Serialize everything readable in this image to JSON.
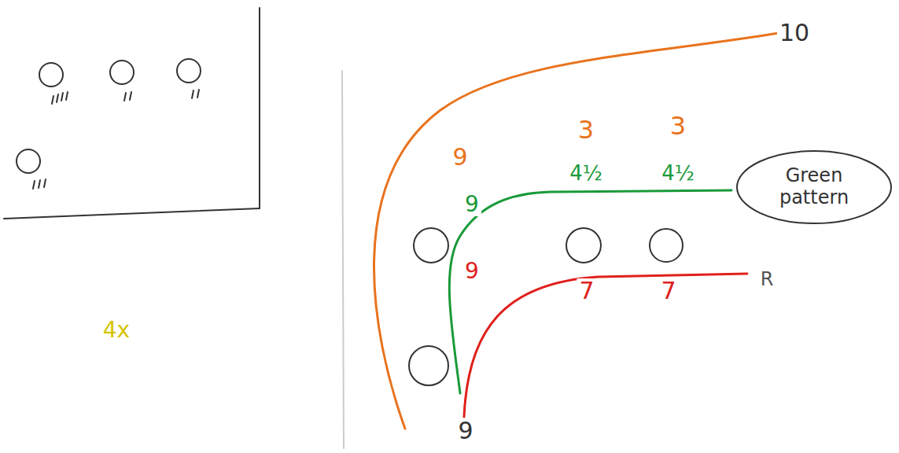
{
  "diagram": {
    "nodes": [
      {
        "text": [
          "Green pattern"
        ]
      }
    ],
    "labels": [
      "10",
      "9",
      "9",
      "9",
      "9",
      "3",
      "3",
      "4½",
      "4½",
      "7",
      "7",
      "R",
      "4x"
    ]
  }
}
